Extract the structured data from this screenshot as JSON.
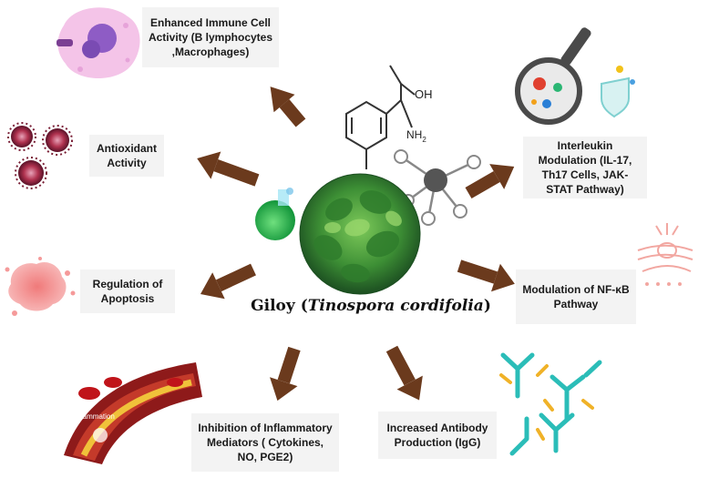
{
  "center": {
    "name": "Giloy",
    "scientific_name": "Tinospora cordifolia"
  },
  "mechanisms": {
    "immune": "Enhanced Immune Cell Activity (B lymphocytes ,Macrophages)",
    "antioxidant": "Antioxidant Activity",
    "apoptosis": "Regulation of Apoptosis",
    "inflammatory": "Inhibition of Inflammatory Mediators ( Cytokines, NO, PGE2)",
    "antibody": "Increased Antibody Production (IgG)",
    "nfkb": "Modulation of NF-κB Pathway",
    "interleukin": "Interleukin Modulation (IL-17, Th17 Cells, JAK-STAT Pathway)"
  },
  "molecule_labels": {
    "oh": "OH",
    "nh2": "NH",
    "subscript": "2"
  },
  "illustration_labels": {
    "inflammation": "Inflammation"
  },
  "colors": {
    "arrow": "#6b3a1d",
    "leaf_dark": "#1f6b2a",
    "leaf_light": "#5fb548",
    "box_bg": "#f3f3f3"
  }
}
